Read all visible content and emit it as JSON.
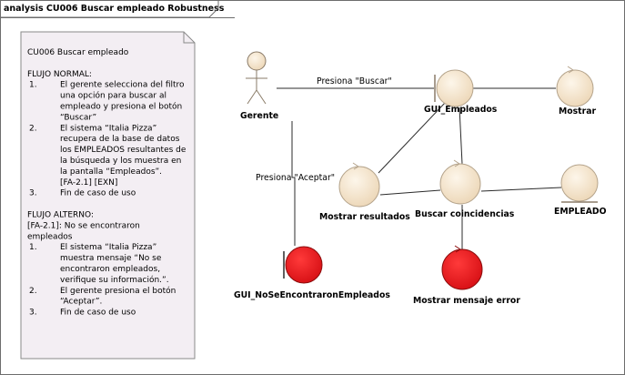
{
  "diagram": {
    "title": "analysis CU006 Buscar empleado Robustness",
    "colors": {
      "element_fill": "#f5e4cb",
      "element_stroke": "#9a8a74",
      "alert_fill": "#e8161c",
      "note_fill": "#f3eef3",
      "line": "#2b2b2b"
    },
    "note": {
      "lines": [
        {
          "num": "",
          "text": "CU006 Buscar empleado"
        },
        {
          "num": "",
          "text": ""
        },
        {
          "num": "",
          "text": "FLUJO NORMAL:"
        },
        {
          "num": "1.",
          "text": "El gerente selecciona del filtro"
        },
        {
          "num": "",
          "text": "una opción para buscar al"
        },
        {
          "num": "",
          "text": "empleado y presiona el botón"
        },
        {
          "num": "",
          "text": "“Buscar”"
        },
        {
          "num": "2.",
          "text": "El sistema “Italia Pizza”"
        },
        {
          "num": "",
          "text": "recupera de la base de datos"
        },
        {
          "num": "",
          "text": "los EMPLEADOS resultantes de"
        },
        {
          "num": "",
          "text": "la búsqueda y los muestra en"
        },
        {
          "num": "",
          "text": "la pantalla “Empleados”."
        },
        {
          "num": "",
          "text": "[FA-2.1] [EXN]"
        },
        {
          "num": "3.",
          "text": "Fin de caso de uso"
        },
        {
          "num": "",
          "text": ""
        },
        {
          "num": "",
          "text": "FLUJO ALTERNO:"
        },
        {
          "num": "",
          "text": "[FA-2.1]: No se encontraron"
        },
        {
          "num": "",
          "text": "empleados"
        },
        {
          "num": "1.",
          "text": "El sistema “Italia Pizza”"
        },
        {
          "num": "",
          "text": "muestra mensaje “No se"
        },
        {
          "num": "",
          "text": "encontraron empleados,"
        },
        {
          "num": "",
          "text": "verifique su información.”."
        },
        {
          "num": "2.",
          "text": "El gerente presiona el botón"
        },
        {
          "num": "",
          "text": "“Aceptar”."
        },
        {
          "num": "3.",
          "text": "Fin de caso de uso"
        }
      ]
    },
    "elements": {
      "gerente": "Gerente",
      "gui_empleados": "GUI_Empleados",
      "mostrar": "Mostrar",
      "mostrar_resultados": "Mostrar resultados",
      "buscar_coincidencias": "Buscar coincidencias",
      "empleado": "EMPLEADO",
      "gui_no_se_encontraron": "GUI_NoSeEncontraronEmpleados",
      "mostrar_mensaje_error": "Mostrar mensaje error"
    },
    "connectors": {
      "presiona_buscar": "Presiona \"Buscar\"",
      "presiona_aceptar": "Presiona \"Aceptar\""
    }
  }
}
